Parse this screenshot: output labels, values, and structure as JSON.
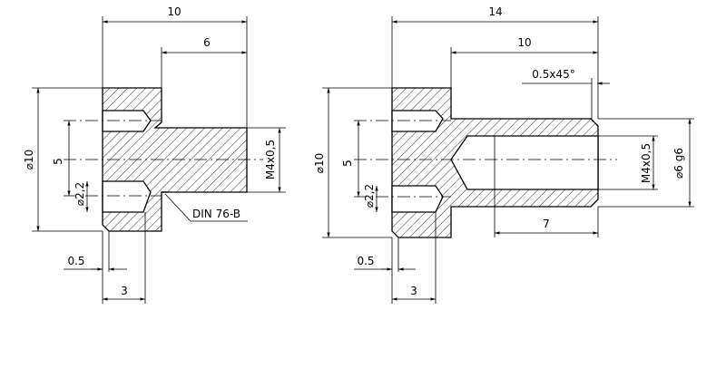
{
  "drawings": [
    {
      "labels": {
        "overall_length": "10",
        "shank_length": "6",
        "diameter_head": "⌀10",
        "hole_pitch": "5",
        "hole_dia": "⌀2,2",
        "thread": "M4x0,5",
        "standard": "DIN 76-B",
        "chamfer": "0.5",
        "head_length": "3"
      }
    },
    {
      "labels": {
        "overall_length": "14",
        "shank_length": "10",
        "chamfer_spec": "0.5x45°",
        "diameter_head": "⌀10",
        "hole_pitch": "5",
        "hole_dia": "⌀2,2",
        "thread": "M4x0,5",
        "shank_dia": "⌀6 g6",
        "thread_depth": "7",
        "chamfer": "0.5",
        "head_length": "3"
      }
    }
  ]
}
